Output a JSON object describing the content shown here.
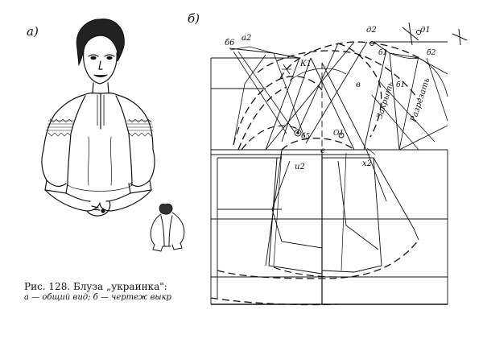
{
  "panel_a_label": "а)",
  "panel_b_label": "б)",
  "caption": {
    "line1": "Рис. 128. Блуза „украинка\":",
    "line2": "а — общий вид; б — чертеж выкр"
  },
  "points": {
    "b6": "б6",
    "a2": "а2",
    "d2": "д2",
    "d1": "д1",
    "b1": "б1",
    "b2": "б2",
    "v": "в",
    "K1": "К1",
    "b5": "б5",
    "O1": "О1",
    "e": "е",
    "i2": "и2",
    "x2": "х2",
    "b1b": "б1"
  },
  "rotated_labels": {
    "close": "Закрыть",
    "cut": "Разрезать"
  }
}
